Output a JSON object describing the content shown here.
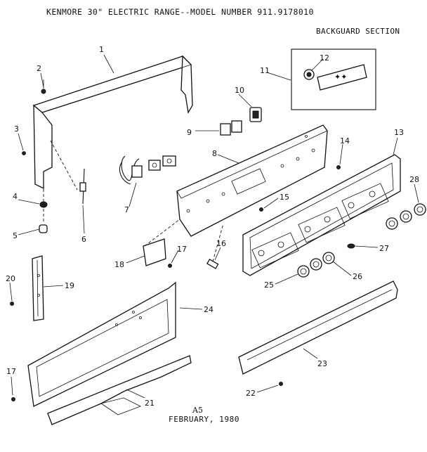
{
  "header": {
    "title": "KENMORE 30\" ELECTRIC RANGE--MODEL NUMBER 911.9178010",
    "section": "BACKGUARD SECTION"
  },
  "footer": {
    "code": "A5",
    "date": "FEBRUARY, 1980"
  },
  "callouts": [
    {
      "id": "c1",
      "label": "1"
    },
    {
      "id": "c2",
      "label": "2"
    },
    {
      "id": "c3",
      "label": "3"
    },
    {
      "id": "c4",
      "label": "4"
    },
    {
      "id": "c5",
      "label": "5"
    },
    {
      "id": "c6",
      "label": "6"
    },
    {
      "id": "c7",
      "label": "7"
    },
    {
      "id": "c8",
      "label": "8"
    },
    {
      "id": "c9",
      "label": "9"
    },
    {
      "id": "c10",
      "label": "10"
    },
    {
      "id": "c11",
      "label": "11"
    },
    {
      "id": "c12",
      "label": "12"
    },
    {
      "id": "c13",
      "label": "13"
    },
    {
      "id": "c14",
      "label": "14"
    },
    {
      "id": "c15",
      "label": "15"
    },
    {
      "id": "c16",
      "label": "16"
    },
    {
      "id": "c17a",
      "label": "17"
    },
    {
      "id": "c18",
      "label": "18"
    },
    {
      "id": "c19",
      "label": "19"
    },
    {
      "id": "c20",
      "label": "20"
    },
    {
      "id": "c21",
      "label": "21"
    },
    {
      "id": "c22",
      "label": "22"
    },
    {
      "id": "c23",
      "label": "23"
    },
    {
      "id": "c24",
      "label": "24"
    },
    {
      "id": "c25",
      "label": "25"
    },
    {
      "id": "c26",
      "label": "26"
    },
    {
      "id": "c27",
      "label": "27"
    },
    {
      "id": "c28",
      "label": "28"
    },
    {
      "id": "c17b",
      "label": "17"
    }
  ]
}
